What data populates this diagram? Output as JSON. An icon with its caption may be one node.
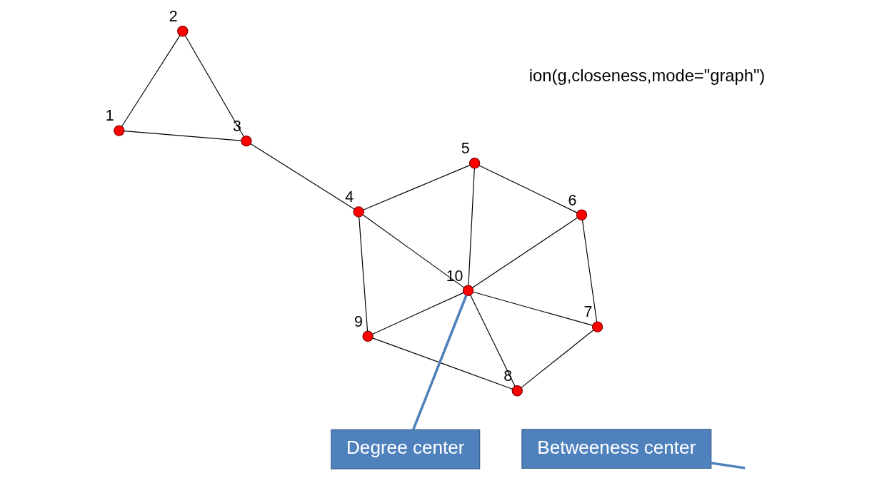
{
  "diagram": {
    "nodes": [
      {
        "text": [],
        "shape": "circle",
        "beside": [
          "1"
        ]
      },
      {
        "text": [],
        "shape": "circle",
        "beside": [
          "2"
        ]
      },
      {
        "text": [],
        "shape": "circle",
        "beside": [
          "3"
        ]
      },
      {
        "text": [],
        "shape": "circle",
        "beside": [
          "4"
        ]
      },
      {
        "text": [],
        "shape": "circle",
        "beside": [
          "5"
        ]
      },
      {
        "text": [],
        "shape": "circle",
        "beside": [
          "6"
        ]
      },
      {
        "text": [],
        "shape": "circle",
        "beside": [
          "7"
        ]
      },
      {
        "text": [],
        "shape": "circle",
        "beside": [
          "8"
        ]
      },
      {
        "text": [],
        "shape": "circle",
        "beside": [
          "9"
        ]
      },
      {
        "text": [],
        "shape": "circle",
        "beside": [
          "10"
        ]
      },
      {
        "text": [
          "Betweeness center"
        ]
      },
      {
        "text": [
          "Degree center"
        ]
      }
    ],
    "edges": [
      {
        "from": 0,
        "to": 1,
        "arrow": "none"
      },
      {
        "from": 0,
        "to": 2,
        "arrow": "none"
      },
      {
        "from": 2,
        "to": 1,
        "arrow": "none"
      },
      {
        "from": 2,
        "to": 3,
        "arrow": "none"
      },
      {
        "from": 3,
        "to": 4,
        "arrow": "none"
      },
      {
        "from": 3,
        "to": 9,
        "arrow": "none"
      },
      {
        "from": 3,
        "to": 8,
        "arrow": "none"
      },
      {
        "from": 4,
        "to": 5,
        "arrow": "none"
      },
      {
        "from": 4,
        "to": 9,
        "arrow": "none"
      },
      {
        "from": 5,
        "to": 9,
        "arrow": "none"
      },
      {
        "from": 5,
        "to": 6,
        "arrow": "none"
      },
      {
        "from": 6,
        "to": 9,
        "arrow": "none"
      },
      {
        "from": 6,
        "to": 7,
        "arrow": "none"
      },
      {
        "from": 7,
        "to": 9,
        "arrow": "none"
      },
      {
        "from": 7,
        "to": 8,
        "arrow": "none"
      },
      {
        "from": 8,
        "to": 9,
        "arrow": "none"
      },
      {
        "from": 10,
        "to": null,
        "arrow": "none",
        "color": "#4f81bd",
        "style": "thick"
      },
      {
        "from": 11,
        "to": 9,
        "arrow": "none",
        "color": "#4f81bd",
        "style": "thick"
      }
    ],
    "labels": [
      "ion(g,closeness,mode=\"graph\")"
    ]
  }
}
